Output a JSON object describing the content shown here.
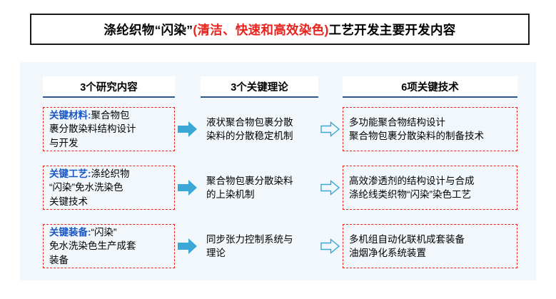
{
  "title": {
    "part1": "涤纶织物“闪染”",
    "part2": "(清洁、快速和高效染色)",
    "part3": "工艺开发主要开发内容"
  },
  "headers": [
    {
      "label": "3个研究内容"
    },
    {
      "label": "3个关键理论"
    },
    {
      "label": "6项关键技术"
    }
  ],
  "columns": {
    "research": [
      {
        "keyword": "关键材料:",
        "lines": [
          "聚合物包",
          "裹分散染料结构设计",
          "与开发"
        ]
      },
      {
        "keyword": "关键工艺:",
        "lines": [
          "涤纶织物",
          "“闪染”免水洗染色",
          "关键技术"
        ]
      },
      {
        "keyword": "关键装备:",
        "lines": [
          "“闪染”",
          "免水洗染色生产成套",
          "装备"
        ]
      }
    ],
    "theory": [
      {
        "lines": [
          "液状聚合物包裹分散",
          "染料的分散稳定机制"
        ]
      },
      {
        "lines": [
          "聚合物包裹分散染料",
          "的上染机制"
        ]
      },
      {
        "lines": [
          "同步张力控制系统与",
          "理论"
        ]
      }
    ],
    "technology": [
      {
        "lines": [
          "多功能聚合物结构设计",
          "聚合物包裹分散染料的制备技术"
        ]
      },
      {
        "lines": [
          "高效渗透剂的结构设计与合成",
          "涤纶线类织物“闪染”染色工艺"
        ]
      },
      {
        "lines": [
          "多机组自动化联机成套装备",
          "油烟净化系统装置"
        ]
      }
    ]
  },
  "icons": {
    "arrow_solid": "arrow-right-solid-icon",
    "arrow_outline": "arrow-right-outline-icon"
  },
  "colors": {
    "accent_red": "#e8231e",
    "accent_blue": "#1a56c4",
    "header_underline": "#2f5597",
    "panel_bg": "#f2f7fb",
    "arrow_solid": "#3ba7d6",
    "arrow_outline_border": "#3ba7d6"
  }
}
